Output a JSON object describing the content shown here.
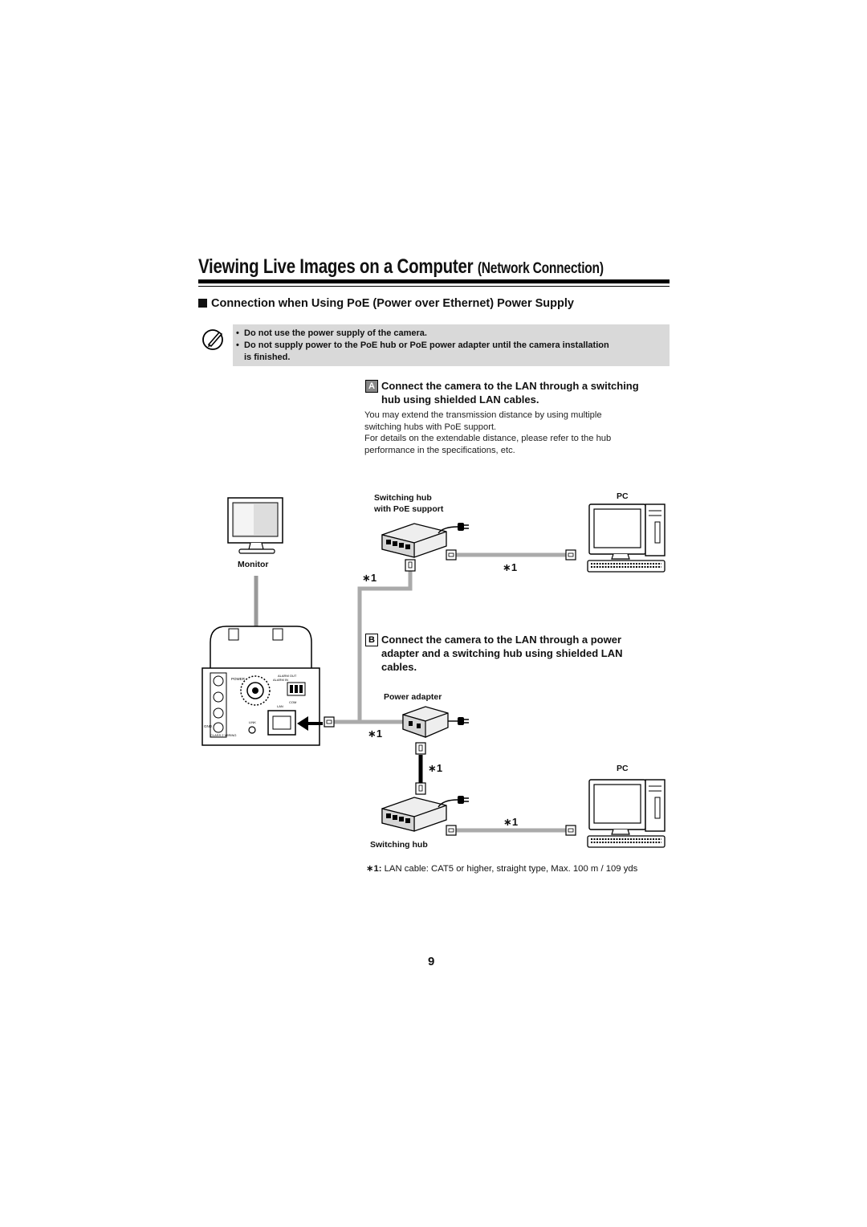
{
  "title": {
    "main": "Viewing Live Images on a Computer",
    "sub": "(Network Connection)"
  },
  "section_heading": "Connection when Using PoE (Power over Ethernet) Power Supply",
  "notes": [
    "Do not use the power supply of the camera.",
    "Do not supply power to the PoE hub or PoE power adapter until the camera installation",
    "is finished."
  ],
  "step_a": {
    "badge": "A",
    "heading_line1": "Connect the camera to the LAN through a switching",
    "heading_line2": "hub using shielded LAN cables.",
    "body": [
      "You may extend the transmission distance by using multiple",
      "switching hubs with PoE support.",
      "For details on the extendable distance, please refer to the hub",
      "performance in the specifications, etc."
    ]
  },
  "step_b": {
    "badge": "B",
    "heading_line1": "Connect the camera to the LAN through a power",
    "heading_line2": "adapter and a switching hub using shielded LAN",
    "heading_line3": "cables."
  },
  "labels": {
    "switching_hub_poe_line1": "Switching hub",
    "switching_hub_poe_line2": "with PoE support",
    "pc_top": "PC",
    "monitor": "Monitor",
    "power_adapter": "Power adapter",
    "pc_bottom": "PC",
    "switching_hub": "Switching hub",
    "cable_marker": "∗1"
  },
  "camera_panel": {
    "power": "POWER",
    "alarm_out": "ALARM OUT",
    "alarm_in": "ALARM IN",
    "com": "COM",
    "lan": "LAN",
    "link": "LINK",
    "gnd": "GND",
    "class2": "CLASS 2 WIRING"
  },
  "footnote": {
    "marker": "∗1:",
    "text": " LAN cable: CAT5 or higher, straight type, Max. 100 m / 109 yds"
  },
  "page_number": "9"
}
